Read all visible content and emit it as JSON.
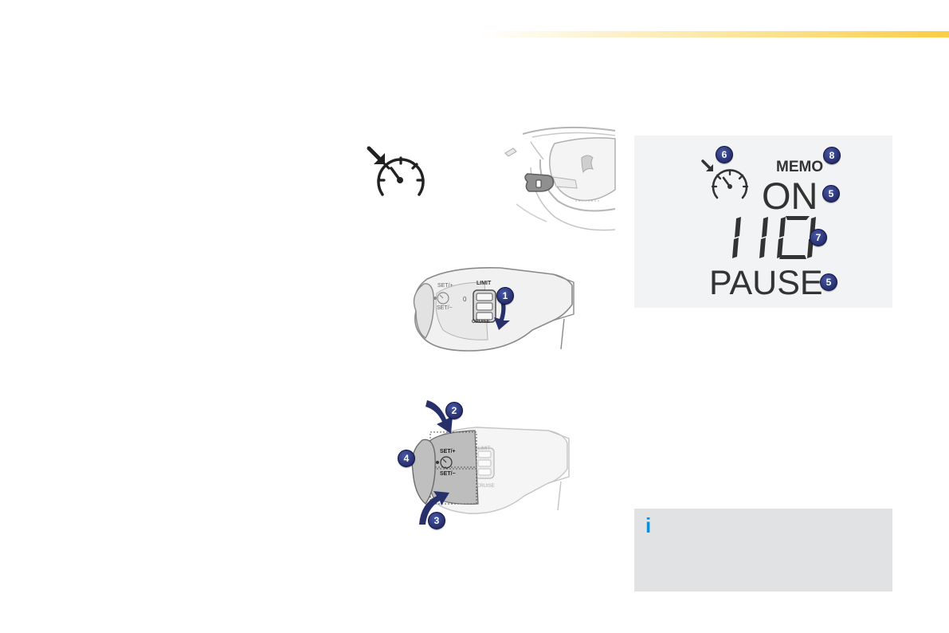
{
  "colors": {
    "header_accent": "#fbcd45",
    "callout": "#262f6d",
    "info_icon": "#0a8fd8",
    "info_box": "#e1e2e4",
    "lcd_panel": "#f2f3f4"
  },
  "icons": {
    "cruise_control": "speedometer-with-arrow-icon",
    "info": "info-icon"
  },
  "stalk": {
    "limit_label": "LIMIT",
    "cruise_label": "CRUISE",
    "off_label": "0",
    "set_plus_label": "SET/+",
    "set_minus_label": "SET/−"
  },
  "callouts": {
    "c1": "1",
    "c2": "2",
    "c3": "3",
    "c4": "4"
  },
  "display": {
    "memo": "MEMO",
    "status_on": "ON",
    "speed": "110",
    "status_pause": "PAUSE",
    "callout_icon": "6",
    "callout_memo": "8",
    "callout_on": "5",
    "callout_speed": "7",
    "callout_pause": "5"
  },
  "info": {
    "icon_glyph": "i"
  }
}
